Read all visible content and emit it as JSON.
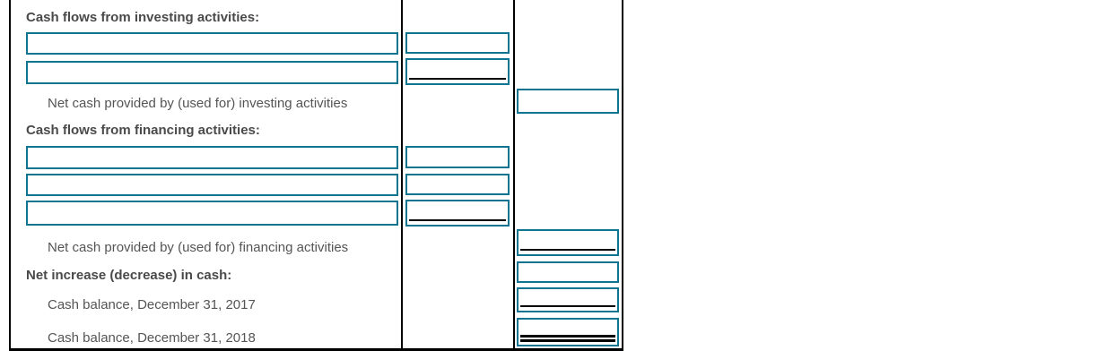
{
  "colors": {
    "input_border": "#0e7490",
    "rule_line": "#000000",
    "grid_line": "#000000",
    "heading_text": "#4a4a4a",
    "body_text": "#555555",
    "background": "#ffffff"
  },
  "statement": {
    "investing": {
      "heading": "Cash flows from investing activities:",
      "lines": [
        {
          "description": "",
          "amount": ""
        },
        {
          "description": "",
          "amount": ""
        }
      ],
      "net_label": "Net cash provided by (used for) investing activities",
      "net_total": ""
    },
    "financing": {
      "heading": "Cash flows from financing activities:",
      "lines": [
        {
          "description": "",
          "amount": ""
        },
        {
          "description": "",
          "amount": ""
        },
        {
          "description": "",
          "amount": ""
        }
      ],
      "net_label": "Net cash provided by (used for) financing activities",
      "net_total": ""
    },
    "summary": {
      "net_increase_label": "Net increase (decrease) in cash:",
      "net_increase": "",
      "cash_balance_2017_label": "Cash balance, December 31, 2017",
      "cash_balance_2017": "",
      "cash_balance_2018_label": "Cash balance, December 31, 2018",
      "cash_balance_2018": ""
    }
  }
}
